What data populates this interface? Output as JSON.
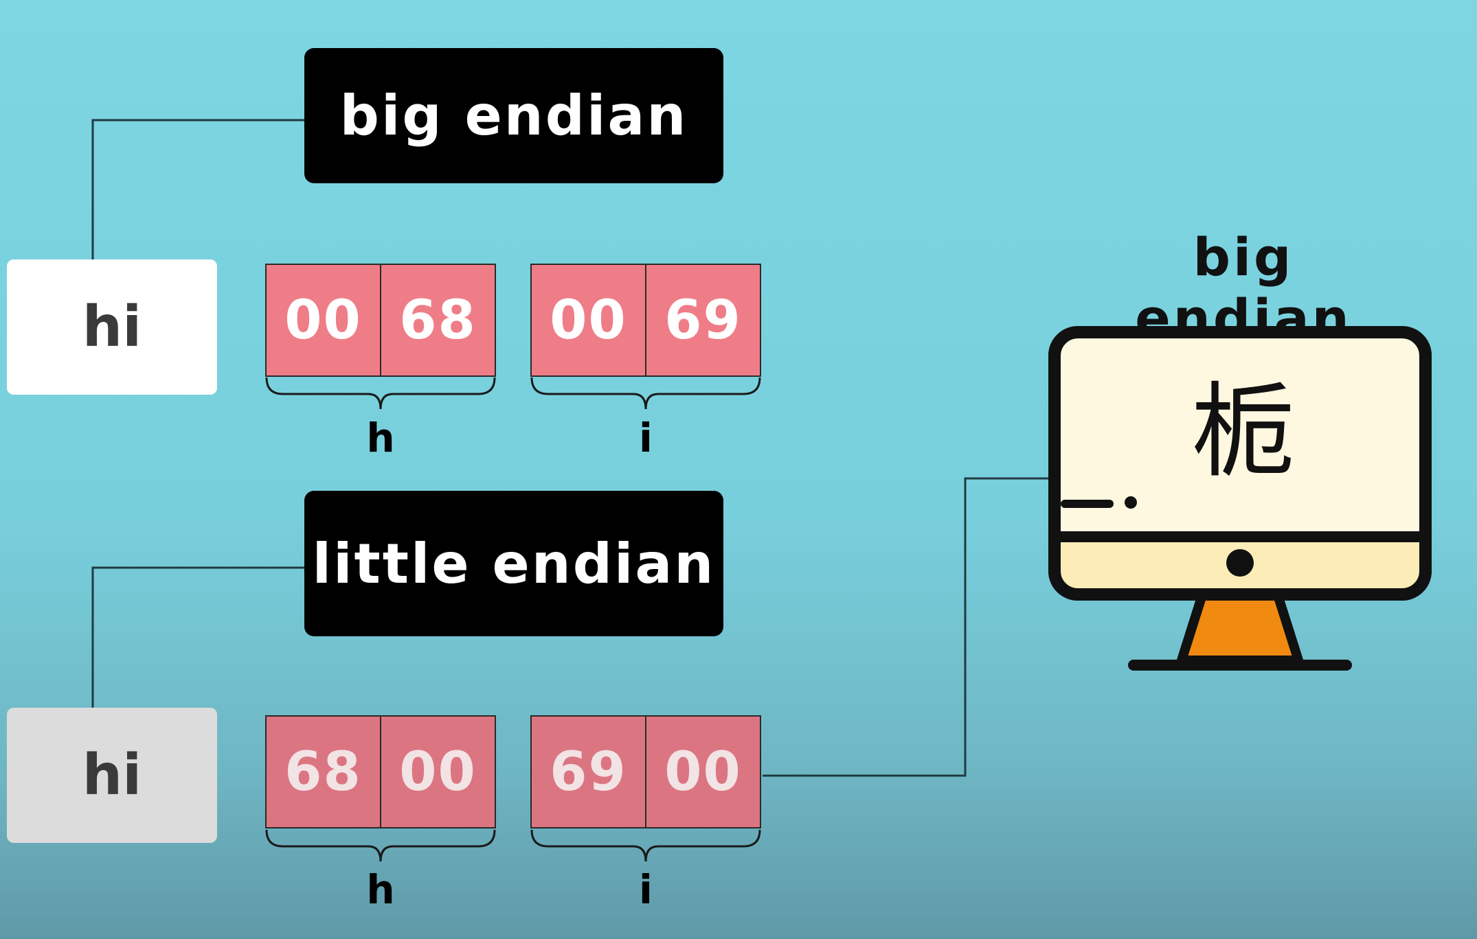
{
  "rows": [
    {
      "label": "big endian",
      "word": "hi",
      "pairs": [
        {
          "bytes": [
            "00",
            "68"
          ],
          "char": "h"
        },
        {
          "bytes": [
            "00",
            "69"
          ],
          "char": "i"
        }
      ]
    },
    {
      "label": "little endian",
      "word": "hi",
      "pairs": [
        {
          "bytes": [
            "68",
            "00"
          ],
          "char": "h"
        },
        {
          "bytes": [
            "69",
            "00"
          ],
          "char": "i"
        }
      ]
    }
  ],
  "computer": {
    "title": "big endian",
    "screen_text": "栀",
    "icon": "desktop-monitor-icon"
  },
  "colors": {
    "background": "#7dd6e2",
    "label_box": "#000000",
    "byte_cell": "#ef7d87",
    "screen": "#fff8e0",
    "stand": "#f08a10"
  }
}
